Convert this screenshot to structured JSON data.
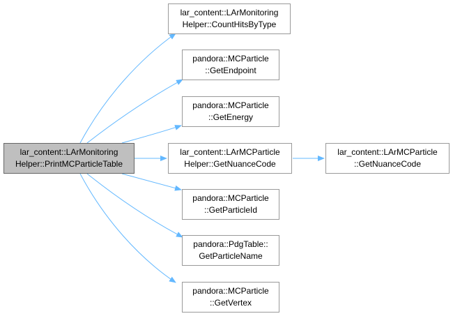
{
  "colors": {
    "edge": "#63b8ff",
    "node_border": "#999999",
    "root_fill": "#bfbfbf",
    "root_border": "#666666"
  },
  "root": {
    "line1": "lar_content::LArMonitoring",
    "line2": "Helper::PrintMCParticleTable"
  },
  "callees": [
    {
      "line1": "lar_content::LArMonitoring",
      "line2": "Helper::CountHitsByType"
    },
    {
      "line1": "pandora::MCParticle",
      "line2": "::GetEndpoint"
    },
    {
      "line1": "pandora::MCParticle",
      "line2": "::GetEnergy"
    },
    {
      "line1": "lar_content::LArMCParticle",
      "line2": "Helper::GetNuanceCode"
    },
    {
      "line1": "pandora::MCParticle",
      "line2": "::GetParticleId"
    },
    {
      "line1": "pandora::PdgTable::",
      "line2": "GetParticleName"
    },
    {
      "line1": "pandora::MCParticle",
      "line2": "::GetVertex"
    }
  ],
  "secondary": {
    "line1": "lar_content::LArMCParticle",
    "line2": "::GetNuanceCode"
  }
}
